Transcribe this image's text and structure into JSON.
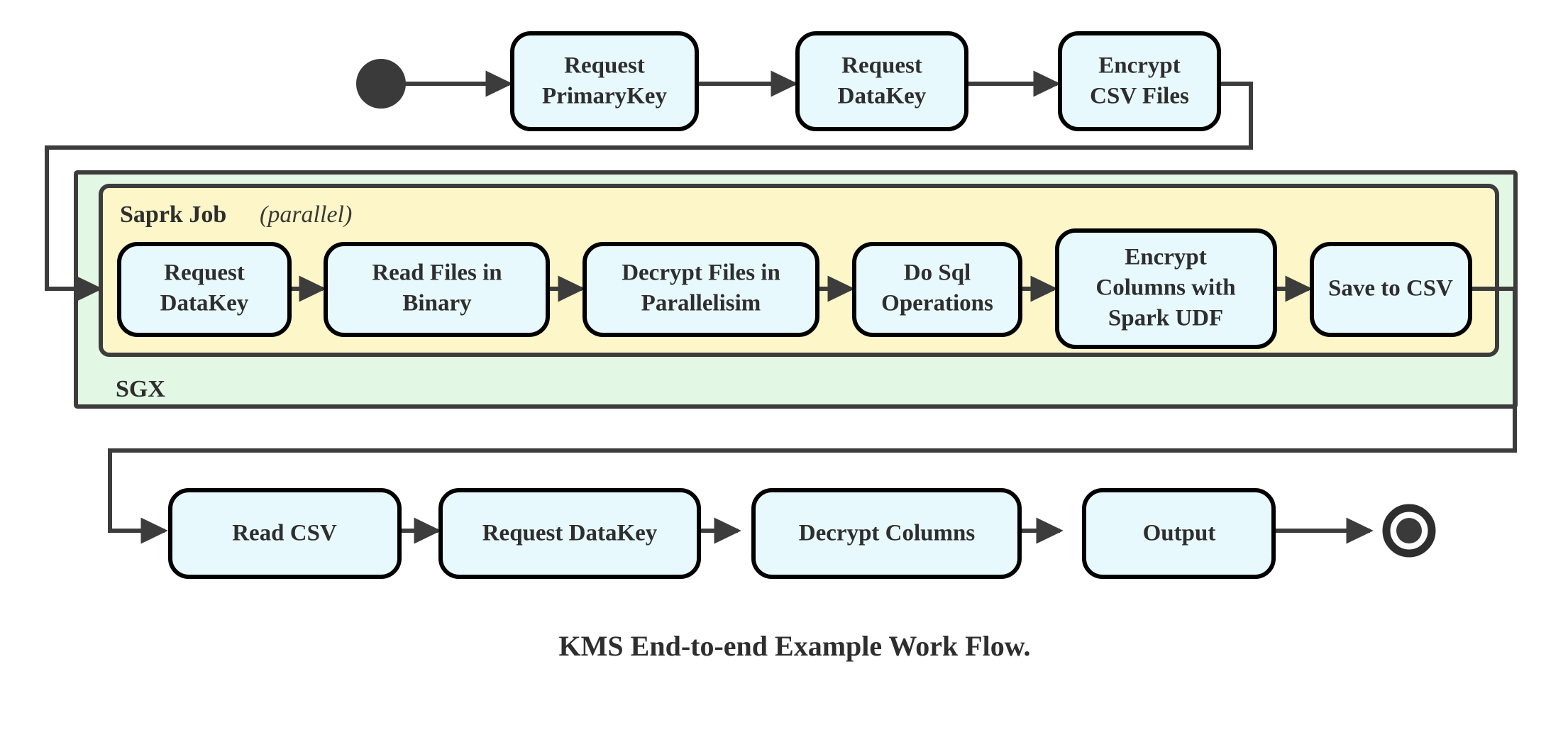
{
  "diagram": {
    "title": "KMS End-to-end Example Work Flow.",
    "colors": {
      "node_fill": "#e8f9fd",
      "node_stroke": "#000000",
      "sgx_fill": "#e2f7e4",
      "spark_fill": "#fcf6c8",
      "edge": "#3c3c3c",
      "text": "#2e2e2e"
    },
    "start_node": {
      "name": "start",
      "shape": "filled-circle"
    },
    "end_node": {
      "name": "end",
      "shape": "final-state-ring"
    },
    "containers": [
      {
        "id": "sgx",
        "label": "SGX",
        "label_position": "bottom-left",
        "fill": "#e2f7e4"
      },
      {
        "id": "spark",
        "label_main": "Saprk Job",
        "label_italic": "(parallel)",
        "label_position": "top-left",
        "fill": "#fcf6c8"
      }
    ],
    "rows": [
      {
        "id": "row-top",
        "nodes": [
          {
            "id": "request-primarykey",
            "lines": [
              "Request",
              "PrimaryKey"
            ]
          },
          {
            "id": "request-datakey-top",
            "lines": [
              "Request",
              "DataKey"
            ]
          },
          {
            "id": "encrypt-csv-files",
            "lines": [
              "Encrypt",
              "CSV Files"
            ]
          }
        ]
      },
      {
        "id": "row-spark",
        "nodes": [
          {
            "id": "request-datakey-spark",
            "lines": [
              "Request",
              "DataKey"
            ]
          },
          {
            "id": "read-files-in-binary",
            "lines": [
              "Read Files in",
              "Binary"
            ]
          },
          {
            "id": "decrypt-files-in-parallelisim",
            "lines": [
              "Decrypt Files in",
              "Parallelisim"
            ]
          },
          {
            "id": "do-sql-operations",
            "lines": [
              "Do Sql",
              "Operations"
            ]
          },
          {
            "id": "encrypt-columns-with-spark-udf",
            "lines": [
              "Encrypt",
              "Columns with",
              "Spark UDF"
            ]
          },
          {
            "id": "save-to-csv",
            "lines": [
              "Save to CSV"
            ]
          }
        ]
      },
      {
        "id": "row-bottom",
        "nodes": [
          {
            "id": "read-csv",
            "lines": [
              "Read CSV"
            ]
          },
          {
            "id": "request-datakey-bottom",
            "lines": [
              "Request DataKey"
            ]
          },
          {
            "id": "decrypt-columns",
            "lines": [
              "Decrypt Columns"
            ]
          },
          {
            "id": "output",
            "lines": [
              "Output"
            ]
          }
        ]
      }
    ],
    "edges": [
      {
        "from": "start",
        "to": "request-primarykey",
        "style": "straight"
      },
      {
        "from": "request-primarykey",
        "to": "request-datakey-top",
        "style": "straight"
      },
      {
        "from": "request-datakey-top",
        "to": "encrypt-csv-files",
        "style": "straight"
      },
      {
        "from": "encrypt-csv-files",
        "to": "request-datakey-spark",
        "style": "orthogonal-wrap"
      },
      {
        "from": "request-datakey-spark",
        "to": "read-files-in-binary",
        "style": "straight"
      },
      {
        "from": "read-files-in-binary",
        "to": "decrypt-files-in-parallelisim",
        "style": "straight"
      },
      {
        "from": "decrypt-files-in-parallelisim",
        "to": "do-sql-operations",
        "style": "straight"
      },
      {
        "from": "do-sql-operations",
        "to": "encrypt-columns-with-spark-udf",
        "style": "straight"
      },
      {
        "from": "encrypt-columns-with-spark-udf",
        "to": "save-to-csv",
        "style": "straight"
      },
      {
        "from": "save-to-csv",
        "to": "read-csv",
        "style": "orthogonal-wrap"
      },
      {
        "from": "read-csv",
        "to": "request-datakey-bottom",
        "style": "straight"
      },
      {
        "from": "request-datakey-bottom",
        "to": "decrypt-columns",
        "style": "straight"
      },
      {
        "from": "decrypt-columns",
        "to": "output",
        "style": "straight"
      },
      {
        "from": "output",
        "to": "end",
        "style": "straight"
      }
    ]
  }
}
